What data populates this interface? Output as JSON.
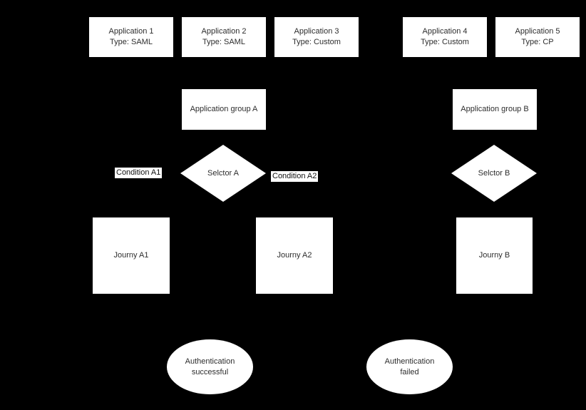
{
  "colors": {
    "background": "#000000",
    "shape_fill": "#ffffff",
    "shape_text": "#2d2d2d",
    "label_text": "#111111"
  },
  "applications": [
    {
      "name": "Application 1",
      "type": "Type: SAML"
    },
    {
      "name": "Application 2",
      "type": "Type: SAML"
    },
    {
      "name": "Application 3",
      "type": "Type: Custom"
    },
    {
      "name": "Application 4",
      "type": "Type: Custom"
    },
    {
      "name": "Application 5",
      "type": "Type: CP"
    }
  ],
  "groups": {
    "a": {
      "label": "Application group A"
    },
    "b": {
      "label": "Application group B"
    }
  },
  "selectors": {
    "a": {
      "label": "Selctor A"
    },
    "b": {
      "label": "Selctor B"
    }
  },
  "condition_labels": {
    "a1": "Condition A1",
    "a2": "Condition A2"
  },
  "journeys": {
    "a1": {
      "label": "Journy A1"
    },
    "a2": {
      "label": "Journy A2"
    },
    "b": {
      "label": "Journy B"
    }
  },
  "outcomes": {
    "success": {
      "line1": "Authentication",
      "line2": "successful"
    },
    "failed": {
      "line1": "Authentication",
      "line2": "failed"
    }
  }
}
